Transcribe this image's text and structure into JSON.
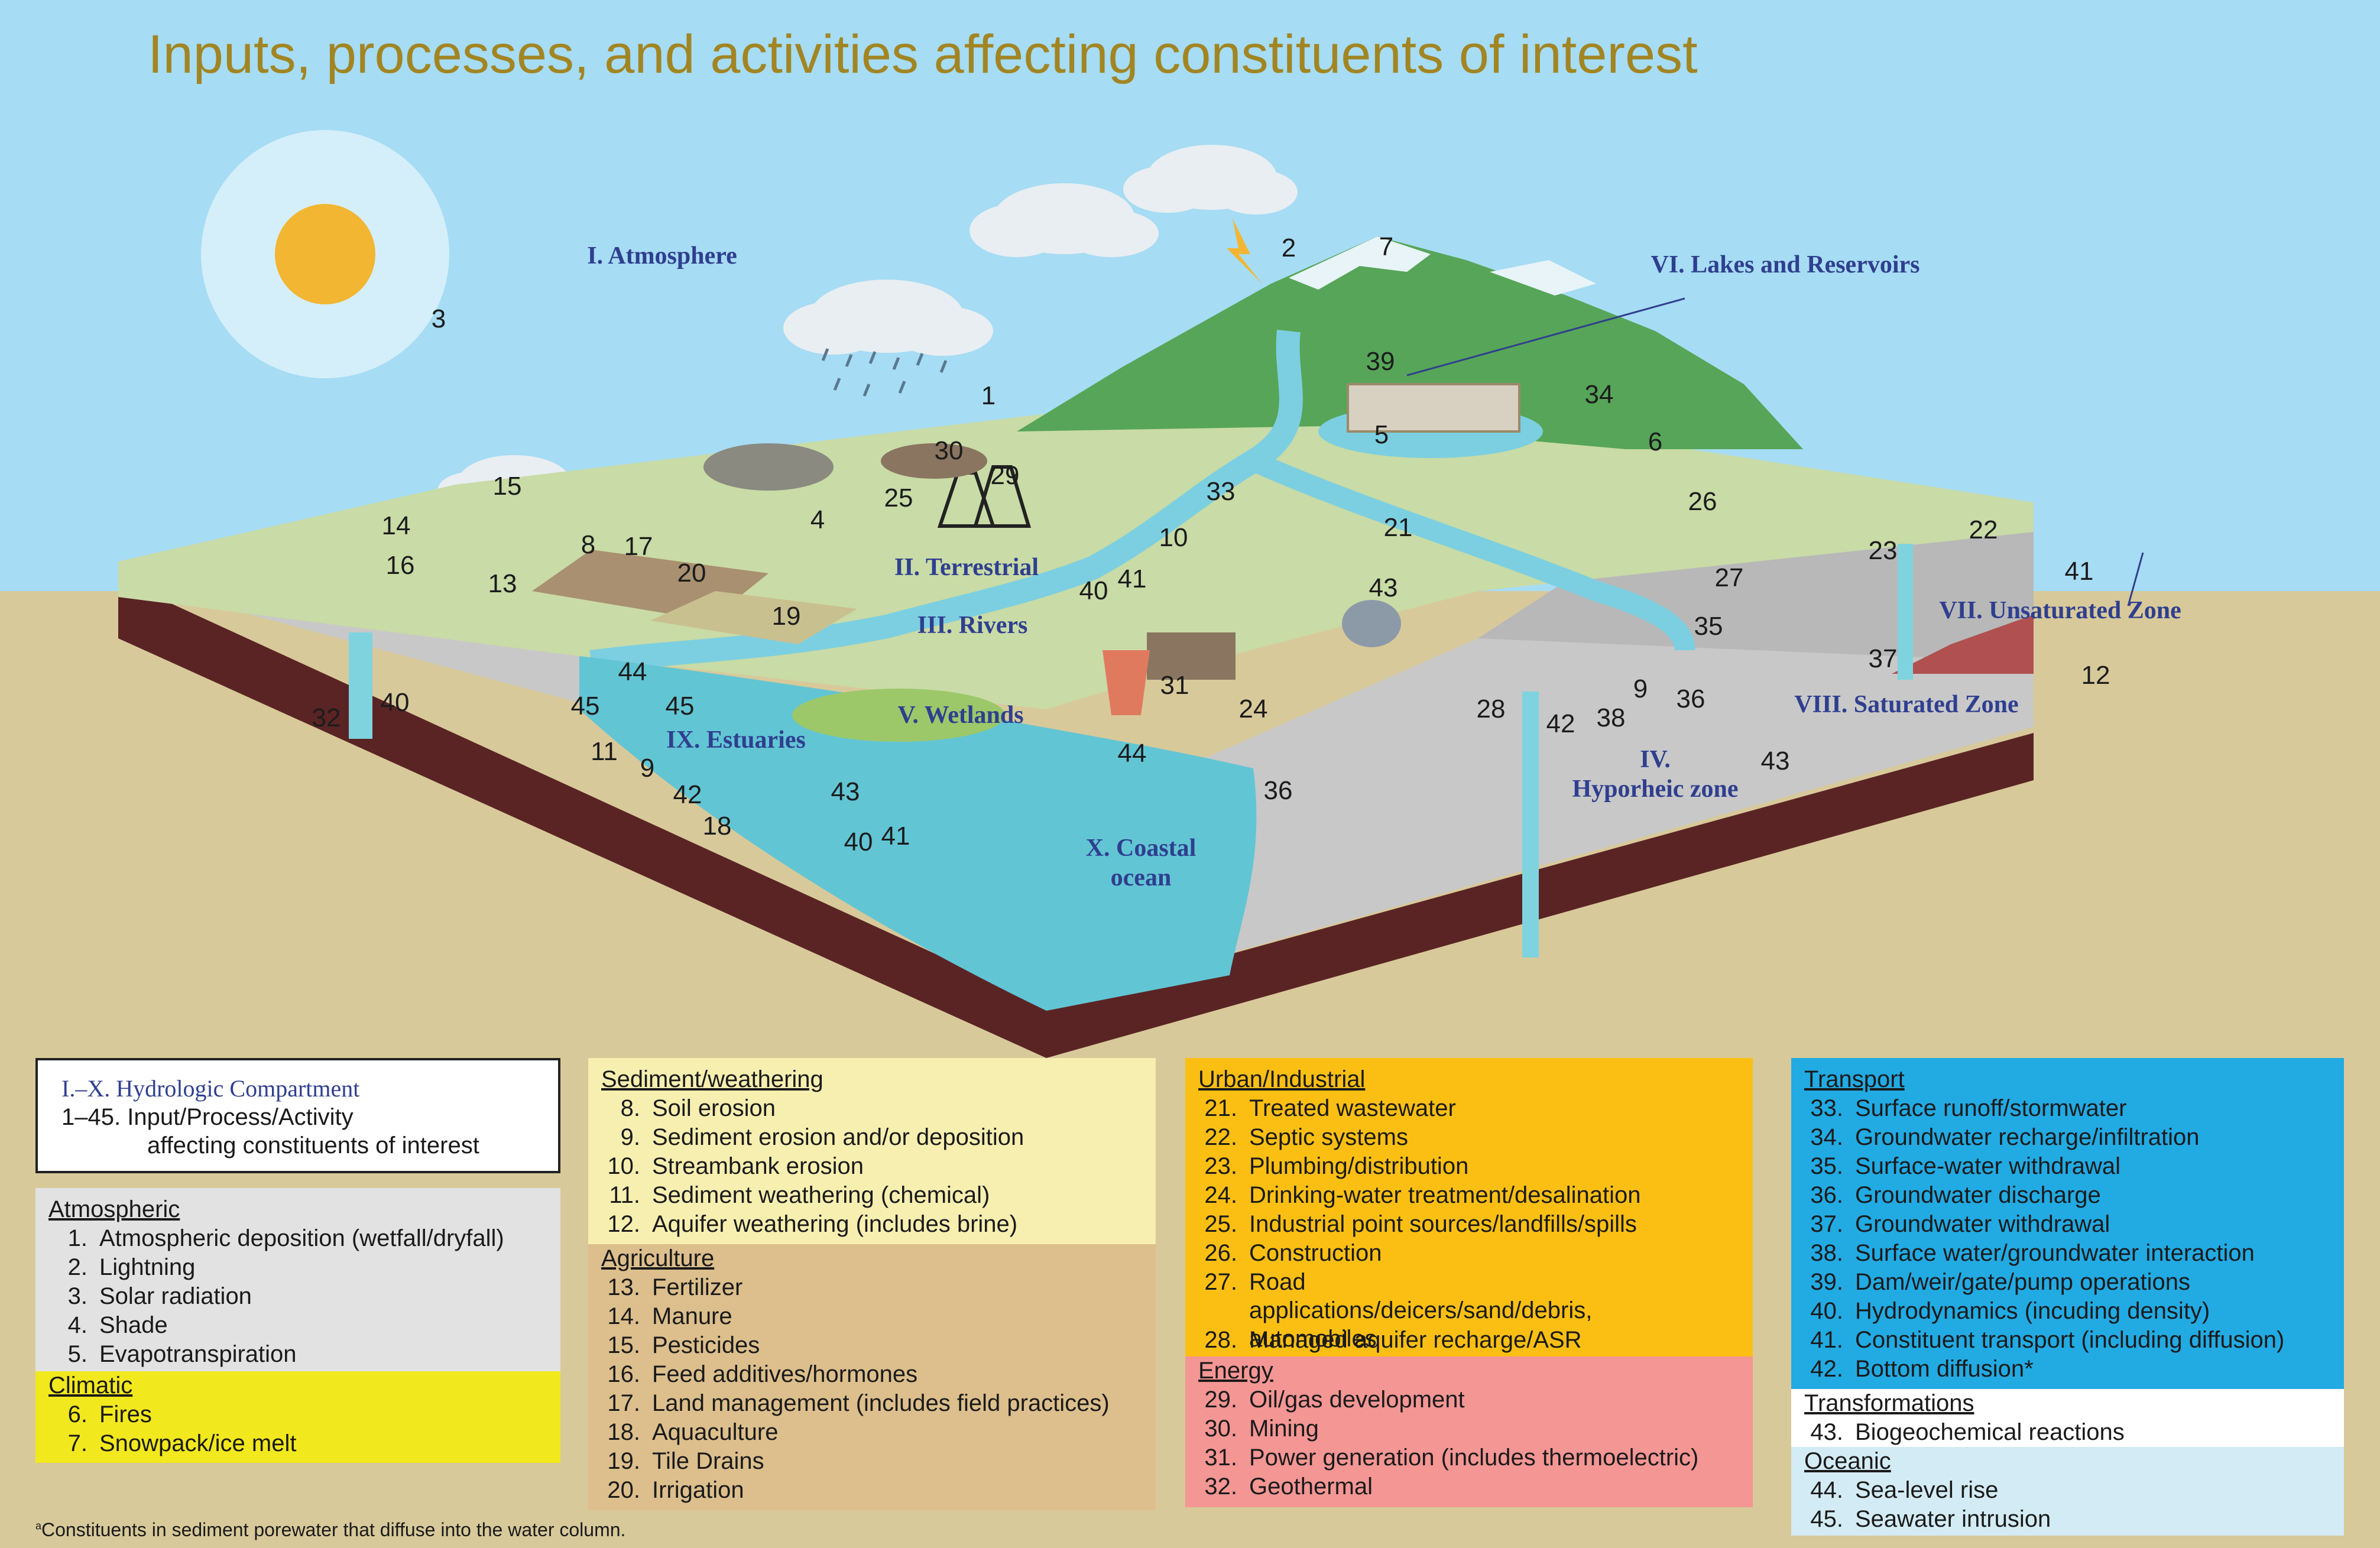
{
  "title": "Inputs, processes, and activities affecting constituents of interest",
  "compartments": {
    "atmosphere": "I. Atmosphere",
    "terrestrial": "II. Terrestrial",
    "rivers": "III. Rivers",
    "hyporheic_a": "IV.",
    "hyporheic_b": "Hyporheic zone",
    "wetlands": "V. Wetlands",
    "lakes": "VI. Lakes and Reservoirs",
    "unsaturated": "VII. Unsaturated Zone",
    "saturated": "VIII. Saturated Zone",
    "estuaries": "IX. Estuaries",
    "coastal_a": "X. Coastal",
    "coastal_b": "ocean"
  },
  "markers": [
    "3",
    "2",
    "7",
    "1",
    "39",
    "34",
    "5",
    "6",
    "30",
    "29",
    "25",
    "15",
    "14",
    "16",
    "8",
    "17",
    "4",
    "13",
    "20",
    "19",
    "33",
    "21",
    "10",
    "40",
    "41",
    "43",
    "26",
    "23",
    "22",
    "27",
    "41",
    "35",
    "37",
    "12",
    "44",
    "45",
    "32",
    "40",
    "45",
    "11",
    "9",
    "42",
    "18",
    "43",
    "40",
    "41",
    "31",
    "24",
    "44",
    "36",
    "28",
    "42",
    "38",
    "9",
    "36",
    "43"
  ],
  "legend_key": {
    "line1": "I.–X.  Hydrologic Compartment",
    "line2": "1–45.  Input/Process/Activity",
    "line3": "affecting constituents of interest"
  },
  "legend_groups": {
    "atmospheric": {
      "header": "Atmospheric",
      "items": [
        {
          "n": "1.",
          "t": "Atmospheric deposition (wetfall/dryfall)"
        },
        {
          "n": "2.",
          "t": "Lightning"
        },
        {
          "n": "3.",
          "t": "Solar radiation"
        },
        {
          "n": "4.",
          "t": "Shade"
        },
        {
          "n": "5.",
          "t": "Evapotranspiration"
        }
      ]
    },
    "climatic": {
      "header": "Climatic",
      "items": [
        {
          "n": "6.",
          "t": "Fires"
        },
        {
          "n": "7.",
          "t": "Snowpack/ice melt"
        }
      ]
    },
    "sediment": {
      "header": "Sediment/weathering",
      "items": [
        {
          "n": "8.",
          "t": "Soil erosion"
        },
        {
          "n": "9.",
          "t": "Sediment erosion and/or deposition"
        },
        {
          "n": "10.",
          "t": "Streambank erosion"
        },
        {
          "n": "11.",
          "t": "Sediment weathering (chemical)"
        },
        {
          "n": "12.",
          "t": "Aquifer weathering (includes brine)"
        }
      ]
    },
    "agriculture": {
      "header": "Agriculture",
      "items": [
        {
          "n": "13.",
          "t": "Fertilizer"
        },
        {
          "n": "14.",
          "t": "Manure"
        },
        {
          "n": "15.",
          "t": "Pesticides"
        },
        {
          "n": "16.",
          "t": "Feed additives/hormones"
        },
        {
          "n": "17.",
          "t": "Land management (includes field practices)"
        },
        {
          "n": "18.",
          "t": "Aquaculture"
        },
        {
          "n": "19.",
          "t": "Tile Drains"
        },
        {
          "n": "20.",
          "t": "Irrigation"
        }
      ]
    },
    "urban": {
      "header": "Urban/Industrial",
      "items": [
        {
          "n": "21.",
          "t": "Treated wastewater"
        },
        {
          "n": "22.",
          "t": "Septic systems"
        },
        {
          "n": "23.",
          "t": "Plumbing/distribution"
        },
        {
          "n": "24.",
          "t": "Drinking-water treatment/desalination"
        },
        {
          "n": "25.",
          "t": "Industrial point sources/landfills/spills"
        },
        {
          "n": "26.",
          "t": "Construction"
        },
        {
          "n": "27.",
          "t": "Road applications/deicers/sand/debris, automobiles"
        },
        {
          "n": "28.",
          "t": "Managed aquifer recharge/ASR"
        }
      ]
    },
    "energy": {
      "header": "Energy",
      "items": [
        {
          "n": "29.",
          "t": "Oil/gas development"
        },
        {
          "n": "30.",
          "t": "Mining"
        },
        {
          "n": "31.",
          "t": "Power generation (includes thermoelectric)"
        },
        {
          "n": "32.",
          "t": "Geothermal"
        }
      ]
    },
    "transport": {
      "header": "Transport",
      "items": [
        {
          "n": "33.",
          "t": "Surface runoff/stormwater"
        },
        {
          "n": "34.",
          "t": "Groundwater recharge/infiltration"
        },
        {
          "n": "35.",
          "t": "Surface-water withdrawal"
        },
        {
          "n": "36.",
          "t": "Groundwater discharge"
        },
        {
          "n": "37.",
          "t": "Groundwater withdrawal"
        },
        {
          "n": "38.",
          "t": "Surface water/groundwater interaction"
        },
        {
          "n": "39.",
          "t": "Dam/weir/gate/pump operations"
        },
        {
          "n": "40.",
          "t": "Hydrodynamics (incuding density)"
        },
        {
          "n": "41.",
          "t": "Constituent transport (including diffusion)"
        },
        {
          "n": "42.",
          "t": "Bottom diffusion*"
        }
      ]
    },
    "transformations": {
      "header": "Transformations",
      "items": [
        {
          "n": "43.",
          "t": "Biogeochemical reactions"
        }
      ]
    },
    "oceanic": {
      "header": "Oceanic",
      "items": [
        {
          "n": "44.",
          "t": "Sea-level rise"
        },
        {
          "n": "45.",
          "t": "Seawater intrusion"
        }
      ]
    }
  },
  "footnote": "Constituents in sediment porewater that diffuse into the water column.",
  "footnote_mark": "a",
  "colors": {
    "sky": "#a6dcf4",
    "ground": "#d8c99a",
    "land": "#c7d9a4",
    "water": "#62c5d4",
    "atmospheric": "#e2e2e2",
    "climatic": "#f2e81e",
    "sediment": "#f7efb0",
    "agriculture": "#dcbf8c",
    "urban": "#fbbf14",
    "energy": "#f39694",
    "transport": "#22aae3",
    "transformations": "#ffffff",
    "oceanic": "#d3ebf4"
  }
}
